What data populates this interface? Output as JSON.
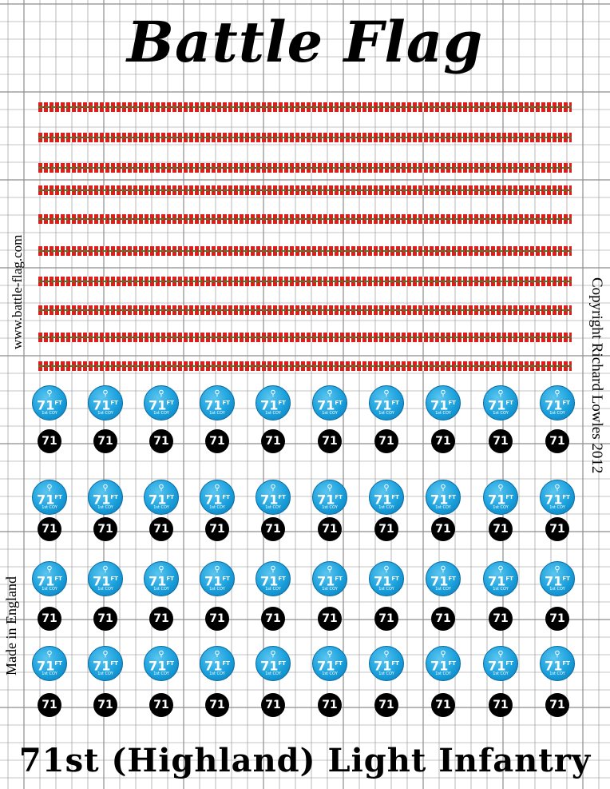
{
  "header": {
    "title": "Battle Flag"
  },
  "side_text": {
    "website": "www.battle-flag.com",
    "copyright": "Copyright Richard Lowles 2012",
    "origin": "Made in England"
  },
  "strips": {
    "count": 10
  },
  "counters": {
    "columns": 10,
    "rows": 4,
    "unit_number": "71",
    "unit_suffix": "FT",
    "company_label": "1st COY",
    "bugle_glyph": "⚲",
    "marker_number": "71",
    "counter_color": "#1aa0dc",
    "marker_color": "#000000"
  },
  "footer": {
    "title": "71st (Highland) Light Infantry"
  },
  "colors": {
    "strip_red": "#e21b1b",
    "strip_green": "#2f8a2f",
    "grid": "#8c8c8c"
  }
}
